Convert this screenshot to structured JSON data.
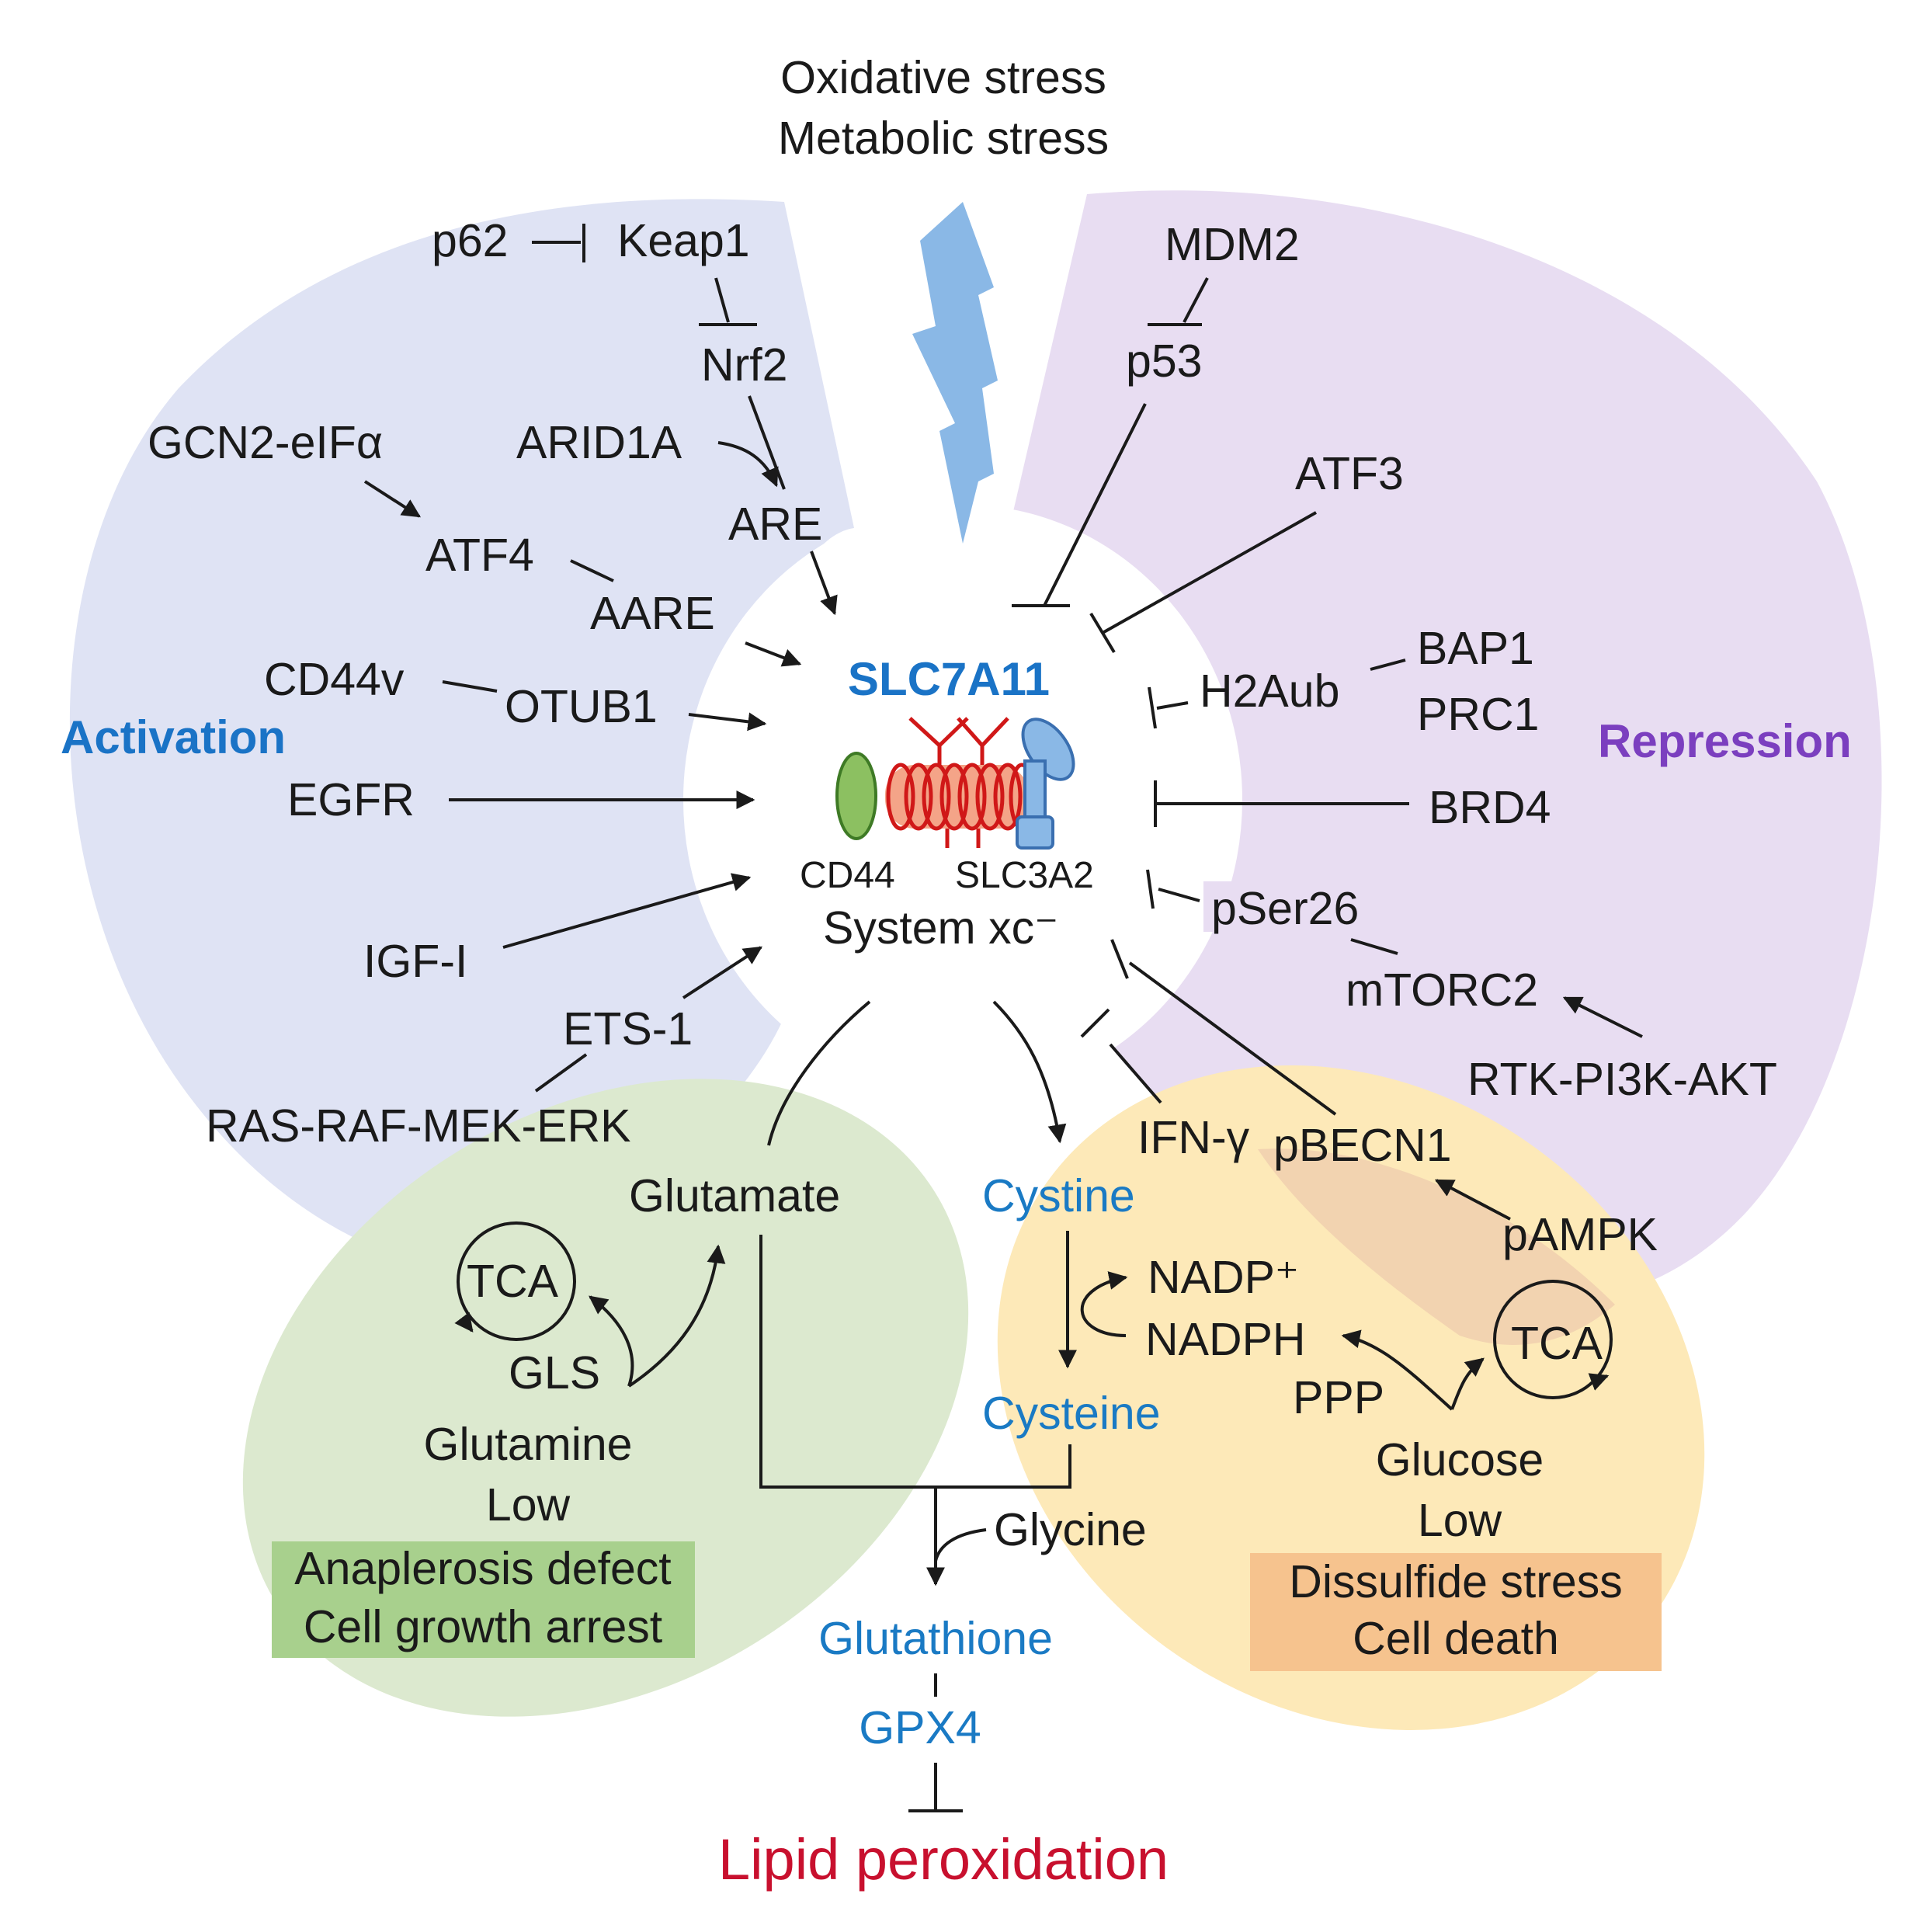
{
  "stress": {
    "line1": "Oxidative stress",
    "line2": "Metabolic stress"
  },
  "center": {
    "title": "SLC7A11",
    "cd44": "CD44",
    "slc3a2": "SLC3A2",
    "system": "System xc⁻"
  },
  "activation": {
    "label": "Activation",
    "p62": "p62",
    "keap1": "Keap1",
    "nrf2": "Nrf2",
    "arid1a": "ARID1A",
    "are": "ARE",
    "gcn2": "GCN2-eIFα",
    "atf4": "ATF4",
    "aare": "AARE",
    "cd44v": "CD44v",
    "otub1": "OTUB1",
    "egfr": "EGFR",
    "igf": "IGF-I",
    "ets": "ETS-1",
    "ras": "RAS-RAF-MEK-ERK"
  },
  "repression": {
    "label": "Repression",
    "mdm2": "MDM2",
    "p53": "p53",
    "atf3": "ATF3",
    "h2aub": "H2Aub",
    "bap1": "BAP1",
    "prc1": "PRC1",
    "brd4": "BRD4",
    "pser26": "pSer26",
    "mtorc2": "mTORC2",
    "rtk": "RTK-PI3K-AKT",
    "ifn": "IFN-γ",
    "pbecn1": "pBECN1",
    "pampk": "pAMPK"
  },
  "glutamine": {
    "glutamate": "Glutamate",
    "tca": "TCA",
    "gls": "GLS",
    "glutamine": "Glutamine",
    "low": "Low",
    "box1": "Anaplerosis defect",
    "box2": "Cell growth arrest"
  },
  "glucose": {
    "cystine": "Cystine",
    "nadp": "NADP⁺",
    "nadph": "NADPH",
    "cysteine": "Cysteine",
    "ppp": "PPP",
    "tca": "TCA",
    "glucose": "Glucose",
    "low": "Low",
    "box1": "Dissulfide stress",
    "box2": "Cell death"
  },
  "bottom": {
    "glycine": "Glycine",
    "glutathione": "Glutathione",
    "gpx4": "GPX4",
    "lipid": "Lipid peroxidation"
  },
  "colors": {
    "activation_bg": "#dfe3f4",
    "repression_bg": "#e8ddf2",
    "glutamine_bg": "#dce9cf",
    "glucose_bg": "#fde9b8",
    "overlap_bg": "#f2d3b0",
    "green_box": "#a8d08d",
    "orange_box": "#f6c38e",
    "bolt": "#8ab8e6",
    "blue_text": "#1a7ac4",
    "purple_text": "#7b3fbf",
    "red_text": "#c8102e"
  }
}
